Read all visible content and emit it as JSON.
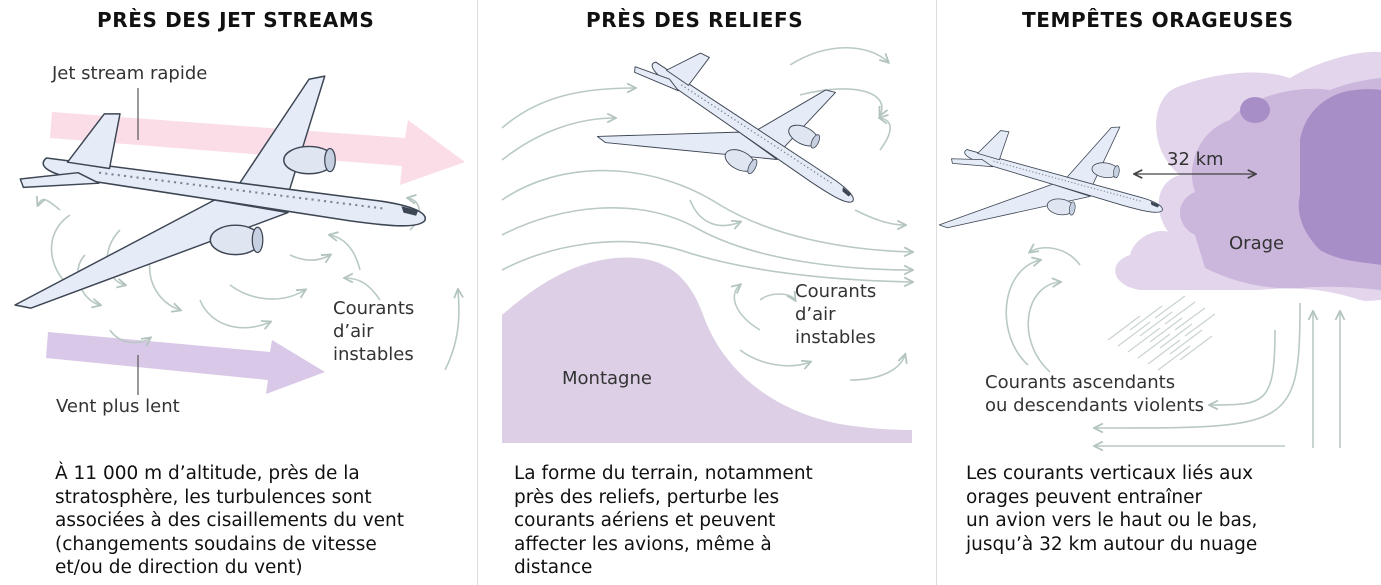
{
  "panels": [
    {
      "title": "PRÈS DES JET STREAMS",
      "labels": {
        "fast_stream": "Jet stream rapide",
        "slow_wind": "Vent plus lent",
        "unstable_1": "Courants",
        "unstable_2": "d’air",
        "unstable_3": "instables"
      },
      "caption": [
        "À 11 000 m d’altitude, près de la",
        "stratosphère, les turbulences sont",
        "associées à des cisaillements du vent",
        "(changements soudains de vitesse",
        "et/ou de direction du vent)"
      ]
    },
    {
      "title": "PRÈS DES RELIEFS",
      "labels": {
        "mountain": "Montagne",
        "unstable_1": "Courants",
        "unstable_2": "d’air",
        "unstable_3": "instables"
      },
      "caption": [
        "La forme du terrain, notamment",
        "près des reliefs, perturbe les",
        "courants aériens et peuvent",
        "affecter les avions, même à",
        "distance"
      ]
    },
    {
      "title": "TEMPÊTES ORAGEUSES",
      "labels": {
        "distance": "32 km",
        "storm": "Orage",
        "updrafts_1": "Courants ascendants",
        "updrafts_2": "ou descendants violents"
      },
      "caption": [
        "Les courants verticaux liés aux",
        "orages peuvent entraîner",
        "un avion vers le haut ou le bas,",
        "jusqu’à 32 km autour du nuage"
      ]
    }
  ],
  "colors": {
    "fast_stream": "#fbdde7",
    "slow_wind": "#d9c8e8",
    "mountain": "#dccfe6",
    "storm_light": "#e3d6ec",
    "storm_mid": "#cbb6dc",
    "storm_dark": "#a88ec6",
    "airflow": "#b9c9c4",
    "aircraft_body": "#e6ecf7",
    "aircraft_outline": "#3d4654"
  },
  "icons": [
    "aircraft-icon",
    "airflow-arrow-icon",
    "storm-cloud-icon",
    "rain-icon"
  ]
}
